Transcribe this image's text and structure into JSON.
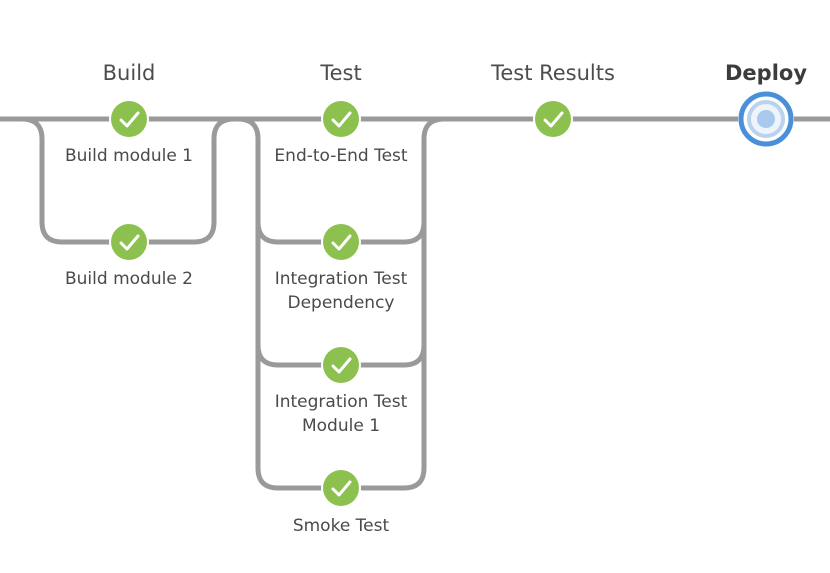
{
  "pipeline": {
    "stages": [
      {
        "title": "Build",
        "state": "success"
      },
      {
        "title": "Test",
        "state": "success"
      },
      {
        "title": "Test Results",
        "state": "success"
      },
      {
        "title": "Deploy",
        "state": "running"
      }
    ],
    "build_branches": [
      {
        "label": "Build module 1",
        "state": "success"
      },
      {
        "label": "Build module 2",
        "state": "success"
      }
    ],
    "test_branches": [
      {
        "label": "End-to-End Test",
        "state": "success"
      },
      {
        "label": "Integration Test\nDependency",
        "state": "success"
      },
      {
        "label": "Integration Test\nModule 1",
        "state": "success"
      },
      {
        "label": "Smoke Test",
        "state": "success"
      }
    ],
    "icons": {
      "success": "checkmark-icon",
      "running": "in-progress-ring-icon"
    },
    "colors": {
      "success": "#8cc04f",
      "running": "#4a90d9",
      "connector": "#9a9a9a"
    }
  }
}
